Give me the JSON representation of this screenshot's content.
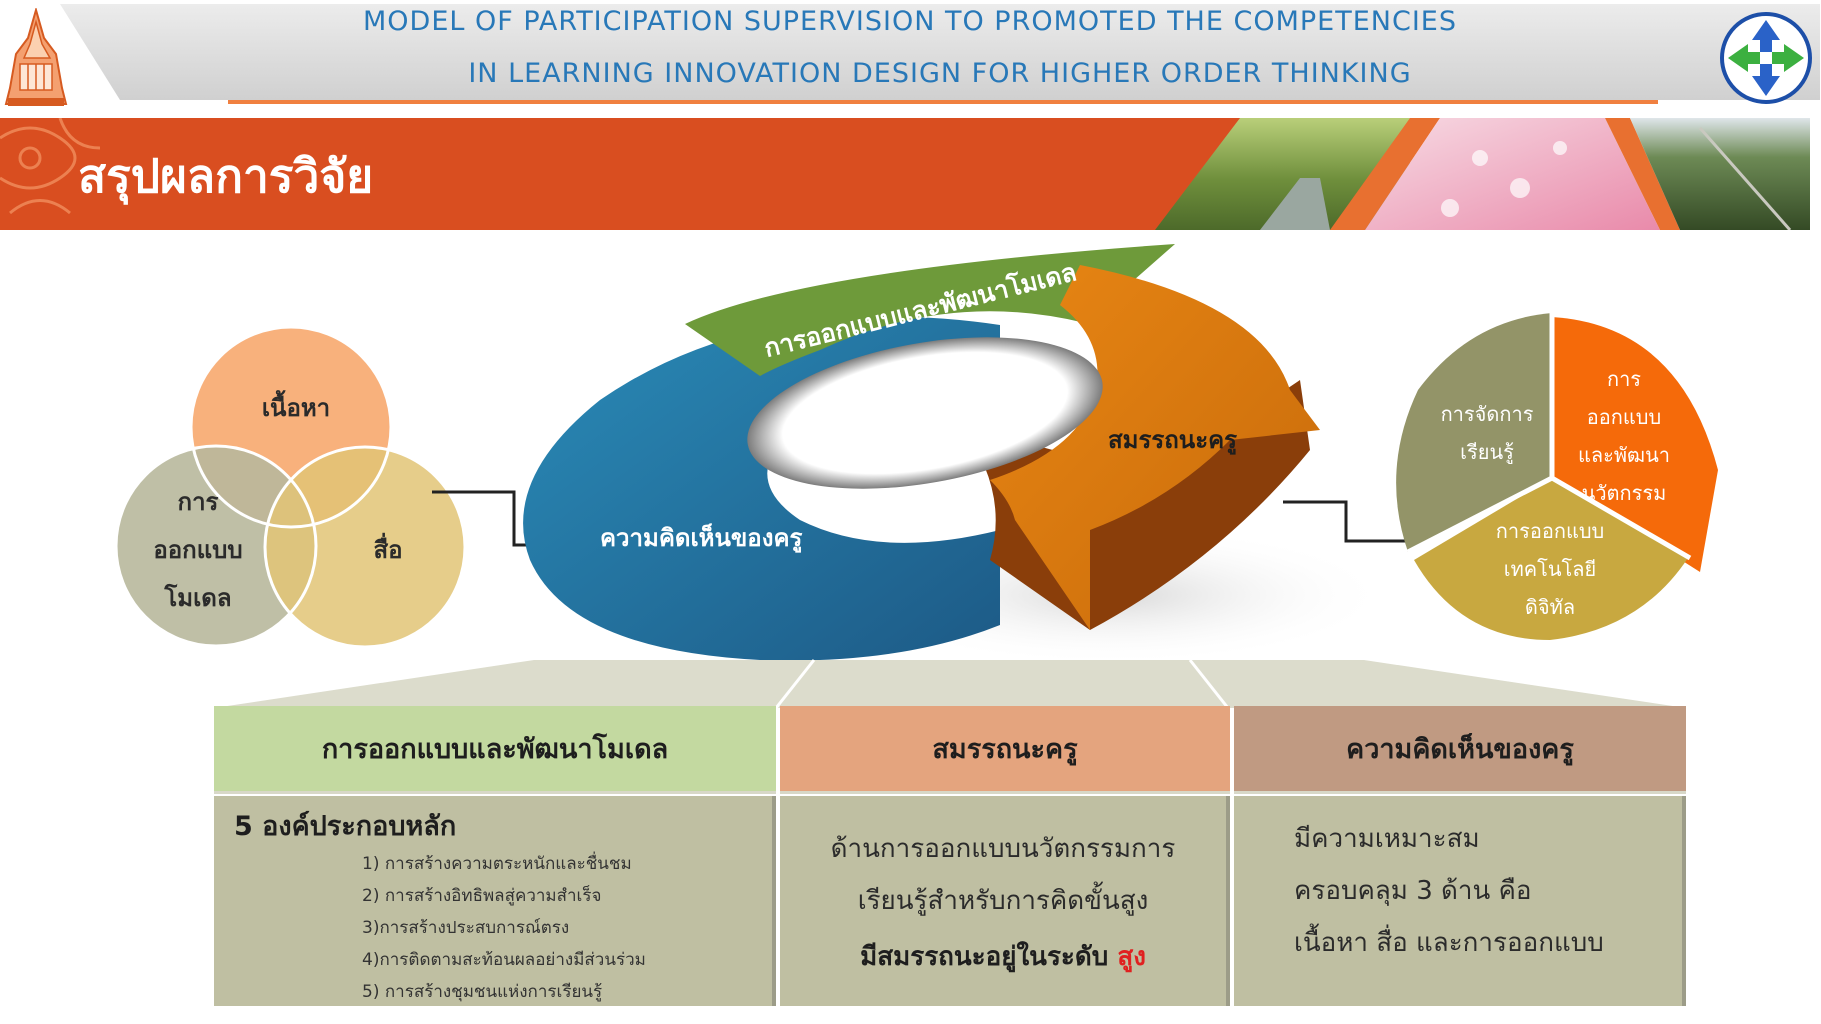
{
  "header": {
    "line1": "MODEL OF PARTICIPATION SUPERVISION  TO PROMOTED THE COMPETENCIES",
    "line2": "IN  LEARNING INNOVATION  DESIGN FOR HIGHER ORDER THINKING",
    "accent_color": "#2878b8"
  },
  "banner": {
    "title": "สรุปผลการวิจัย",
    "color": "#d94e20"
  },
  "venn": {
    "top": "เนื้อหา",
    "left_l1": "การ",
    "left_l2": "ออกแบบ",
    "left_l3": "โมเดล",
    "right": "สื่อ"
  },
  "ring": {
    "green": "การออกแบบและพัฒนาโมเดล",
    "orange": "สมรรถนะครู",
    "blue": "ความคิดเห็นของครู"
  },
  "pie": {
    "olive_l1": "การจัดการ",
    "olive_l2": "เรียนรู้",
    "orange_l1": "การ",
    "orange_l2": "ออกแบบ",
    "orange_l3": "และพัฒนา",
    "orange_l4": "นวัตกรรม",
    "gold_l1": "การออกแบบ",
    "gold_l2": "เทคโนโลยี",
    "gold_l3": "ดิจิทัล"
  },
  "panels": {
    "p1": {
      "head": "การออกแบบและพัฒนาโมเดล",
      "main": "5 องค์ประกอบหลัก",
      "items": [
        "1) การสร้างความตระหนักและชื่นชม",
        "2) การสร้างอิทธิพลสู่ความสำเร็จ",
        "3)การสร้างประสบการณ์ตรง",
        "4)การติดตามสะท้อนผลอย่างมีส่วนร่วม",
        "5) การสร้างชุมชนแห่งการเรียนรู้"
      ]
    },
    "p2": {
      "head": "สมรรถนะครู",
      "line1": "ด้านการออกแบบนวัตกรรมการ",
      "line2": "เรียนรู้สำหรับการคิดขั้นสูง",
      "line3": "มีสมรรถนะอยู่ในระดับ",
      "highlight": "สูง"
    },
    "p3": {
      "head": "ความคิดเห็นของครู",
      "line1": "มีความเหมาะสม",
      "line2": "ครอบคลุม  3 ด้าน คือ",
      "line3": "เนื้อหา สื่อ และการออกแบบ"
    }
  }
}
